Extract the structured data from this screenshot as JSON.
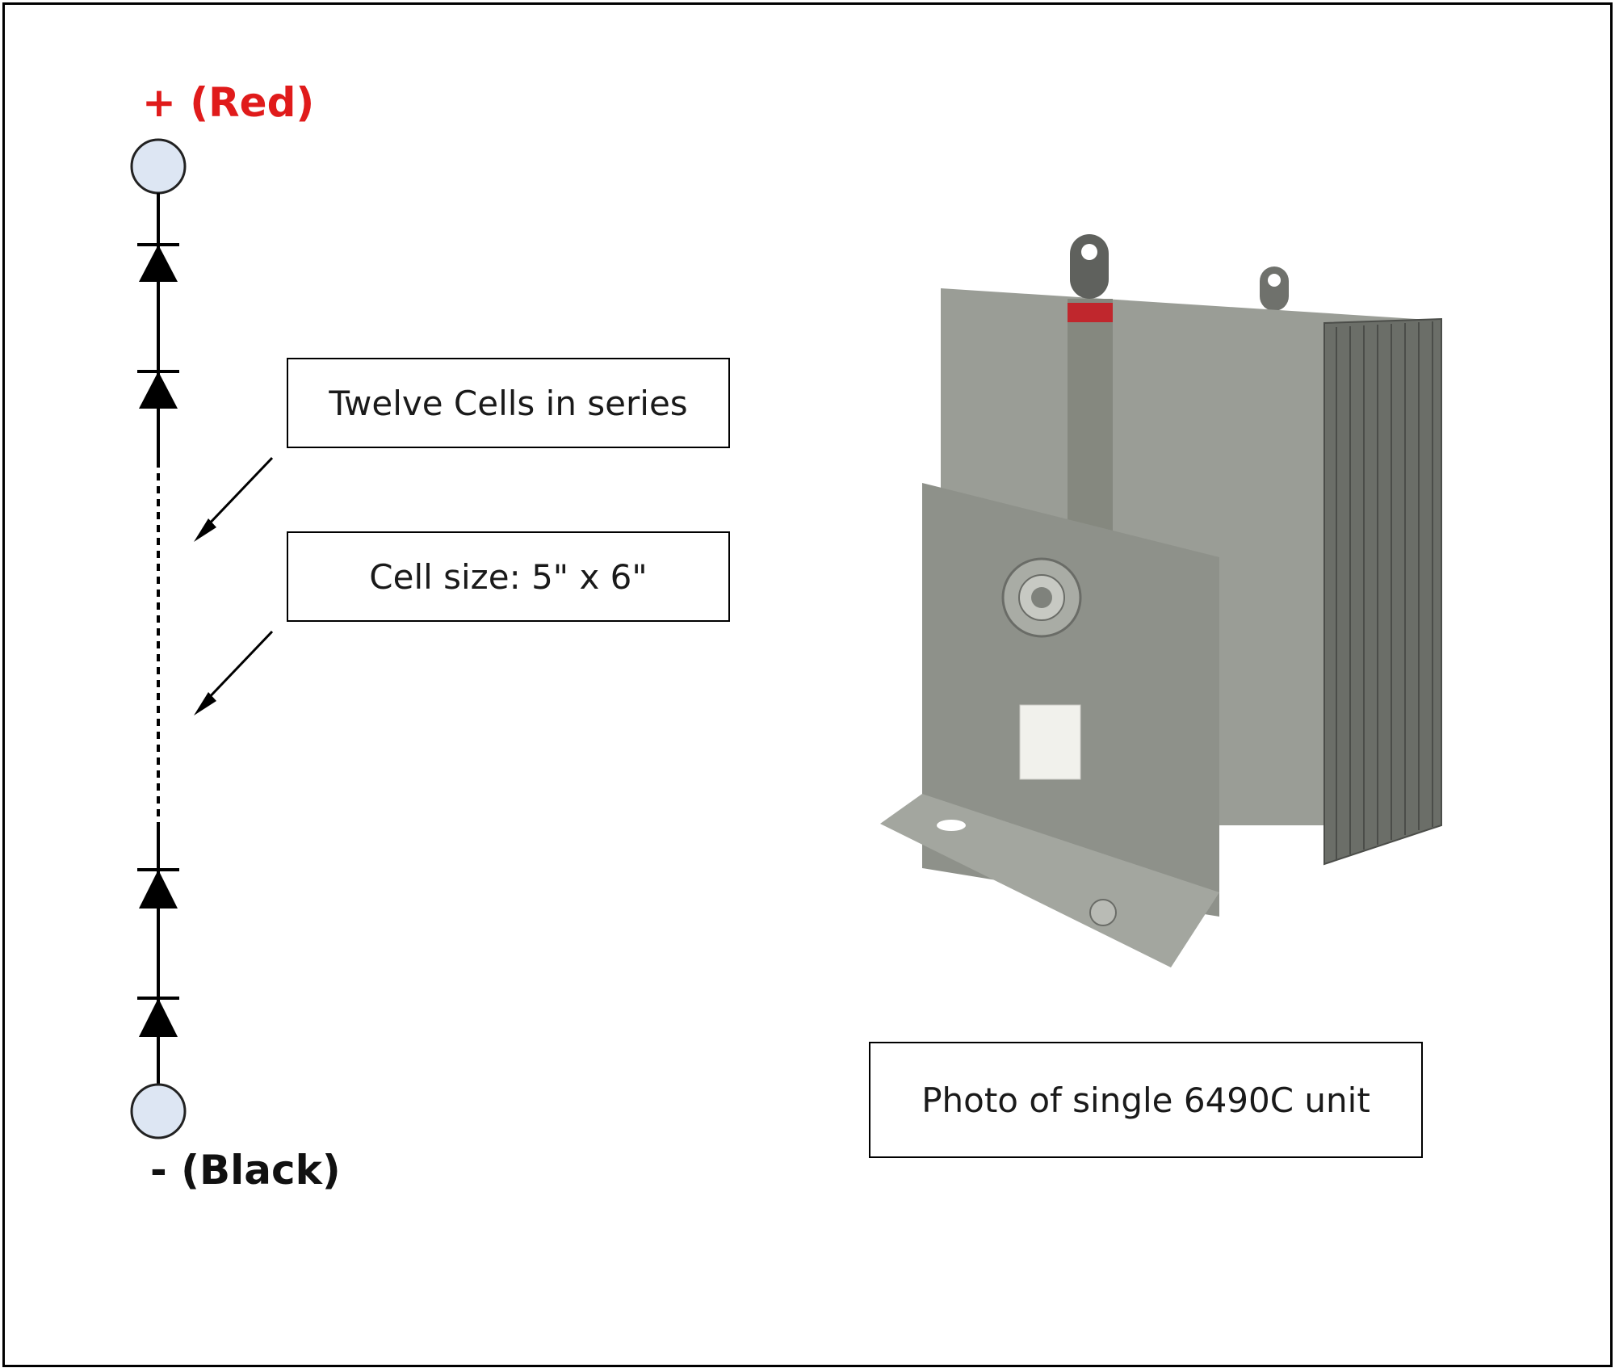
{
  "labels": {
    "positive": "+ (Red)",
    "negative": "- (Black)"
  },
  "callouts": {
    "cells": "Twelve Cells in series",
    "cell_size": "Cell size: 5\" x 6\"",
    "photo_caption": "Photo of single 6490C unit"
  },
  "colors": {
    "positive_label": "#e01b1b",
    "negative_label": "#111111",
    "terminal_fill": "#dde6f3",
    "device_body": "#8e918a"
  }
}
